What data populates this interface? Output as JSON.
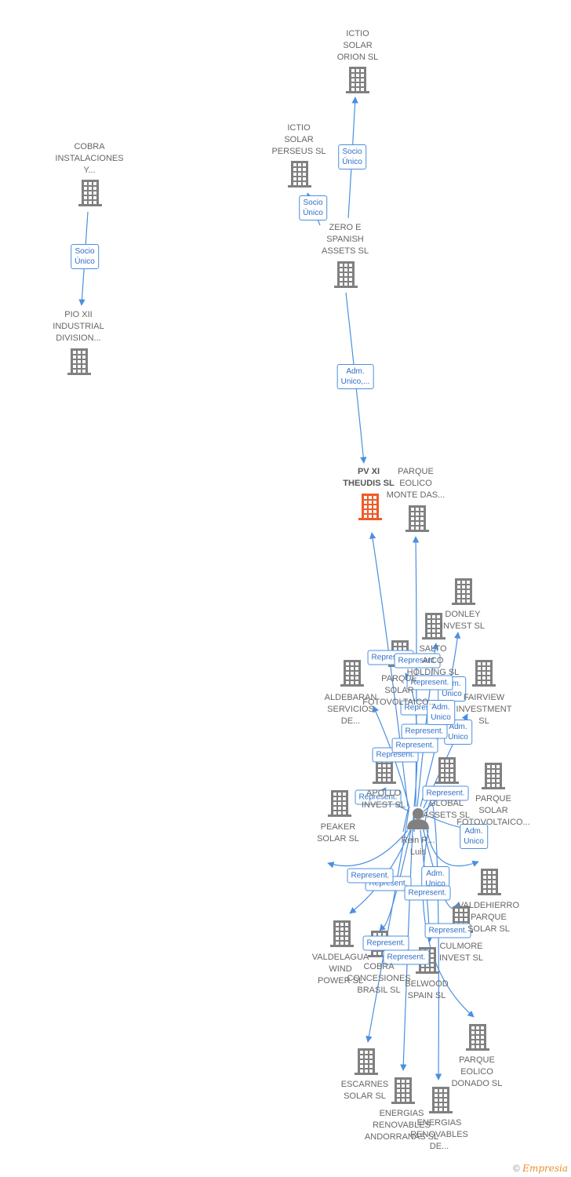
{
  "colors": {
    "building": "#808080",
    "main_building": "#f05a28",
    "edge": "#4a8fe0",
    "edge_text": "#2f6fc7"
  },
  "nodes": [
    {
      "id": "ictio_orion",
      "label": "ICTIO\nSOLAR\nORION  SL",
      "icon": "building-icon"
    },
    {
      "id": "ictio_perseus",
      "label": "ICTIO\nSOLAR\nPERSEUS  SL",
      "icon": "building-icon"
    },
    {
      "id": "cobra_inst",
      "label": "COBRA\nINSTALACIONES\nY...",
      "icon": "building-icon"
    },
    {
      "id": "pio_xii",
      "label": "PIO XII\nINDUSTRIAL\nDIVISION...",
      "icon": "building-icon"
    },
    {
      "id": "zero_e",
      "label": "ZERO E\nSPANISH\nASSETS  SL",
      "icon": "building-icon"
    },
    {
      "id": "pv_xi",
      "label": "PV XI\nTHEUDIS  SL",
      "icon": "building-icon",
      "main": true
    },
    {
      "id": "monte_das",
      "label": "PARQUE\nEOLICO\nMONTE DAS...",
      "icon": "building-icon"
    },
    {
      "id": "donley",
      "label": "DONLEY\nINVEST  SL",
      "icon": "building-icon"
    },
    {
      "id": "salto",
      "label": "SALTO\nAICO\nHOLDING SL",
      "icon": "building-icon"
    },
    {
      "id": "parque_fv",
      "label": "PARQUE\nSOLAR\nFOTOVOLTAICO...",
      "icon": "building-icon"
    },
    {
      "id": "aldebaran",
      "label": "ALDEBARAN\nSERVICIOS\nDE...",
      "icon": "building-icon"
    },
    {
      "id": "fairview",
      "label": "FAIRVIEW\nINVESTMENT\nSL",
      "icon": "building-icon"
    },
    {
      "id": "apollo",
      "label": "APOLLO\nINVEST  SL",
      "icon": "building-icon"
    },
    {
      "id": "global_assets",
      "label": "GLOBAL\nASSETS  SL",
      "icon": "building-icon"
    },
    {
      "id": "parque_fv2",
      "label": "PARQUE\nSOLAR\nFOTOVOLTAICO...",
      "icon": "building-icon"
    },
    {
      "id": "peaker",
      "label": "PEAKER\nSOLAR  SL",
      "icon": "building-icon"
    },
    {
      "id": "person",
      "label": "Rein R...\nLuis",
      "icon": "person-icon"
    },
    {
      "id": "valdehierro",
      "label": "VALDEHIERRO\nPARQUE\nSOLAR  SL",
      "icon": "building-icon"
    },
    {
      "id": "culmore",
      "label": "CULMORE\nINVEST  SL",
      "icon": "building-icon"
    },
    {
      "id": "valdelagua",
      "label": "VALDELAGUA\nWIND\nPOWER SL",
      "icon": "building-icon"
    },
    {
      "id": "cobra_conc",
      "label": "COBRA\nCONCESIONES\nBRASIL SL",
      "icon": "building-icon"
    },
    {
      "id": "belwood",
      "label": "BELWOOD\nSPAIN  SL",
      "icon": "building-icon"
    },
    {
      "id": "donado",
      "label": "PARQUE\nEOLICO\nDONADO SL",
      "icon": "building-icon"
    },
    {
      "id": "escarnes",
      "label": "ESCARNES\nSOLAR  SL",
      "icon": "building-icon"
    },
    {
      "id": "andorranas",
      "label": "ENERGIAS\nRENOVABLES\nANDORRANAS SL",
      "icon": "building-icon"
    },
    {
      "id": "energias_de",
      "label": "ENERGIAS\nRENOVABLES\nDE...",
      "icon": "building-icon"
    }
  ],
  "edges": [
    {
      "from": "zero_e",
      "to": "ictio_orion",
      "label": "Socio\nÚnico"
    },
    {
      "from": "zero_e",
      "to": "ictio_perseus",
      "label": "Socio\nÚnico"
    },
    {
      "from": "cobra_inst",
      "to": "pio_xii",
      "label": "Socio\nÚnico"
    },
    {
      "from": "zero_e",
      "to": "pv_xi",
      "label": "Adm.\nUnico,..."
    },
    {
      "from": "person",
      "to": "pv_xi",
      "label": "Represent."
    },
    {
      "from": "person",
      "to": "monte_das",
      "label": "Represent."
    },
    {
      "from": "person",
      "to": "donley",
      "label": "Adm.\nUnico"
    },
    {
      "from": "person",
      "to": "salto",
      "label": "Represent."
    },
    {
      "from": "person",
      "to": "parque_fv",
      "label": "Represent."
    },
    {
      "from": "person",
      "to": "aldebaran",
      "label": "Represent."
    },
    {
      "from": "person",
      "to": "fairview",
      "label": "Adm.\nUnico"
    },
    {
      "from": "person",
      "to": "apollo",
      "label": "Represent."
    },
    {
      "from": "person",
      "to": "global_assets",
      "label": "Represent."
    },
    {
      "from": "person",
      "to": "parque_fv2",
      "label": "Adm.\nUnico"
    },
    {
      "from": "person",
      "to": "peaker",
      "label": "Represent."
    },
    {
      "from": "person",
      "to": "valdehierro",
      "label": "Adm.\nUnico"
    },
    {
      "from": "person",
      "to": "culmore",
      "label": "Represent."
    },
    {
      "from": "person",
      "to": "valdelagua",
      "label": "Represent."
    },
    {
      "from": "person",
      "to": "cobra_conc",
      "label": "Represent."
    },
    {
      "from": "person",
      "to": "belwood",
      "label": "Represent."
    },
    {
      "from": "person",
      "to": "donado",
      "label": "Represent."
    },
    {
      "from": "person",
      "to": "escarnes",
      "label": "Represent."
    },
    {
      "from": "person",
      "to": "andorranas",
      "label": "Represent."
    },
    {
      "from": "person",
      "to": "energias_de",
      "label": "Adm.\nUnico"
    }
  ],
  "footer": {
    "copyright": "©",
    "brand_initial": "E",
    "brand_rest": "mpresia"
  }
}
